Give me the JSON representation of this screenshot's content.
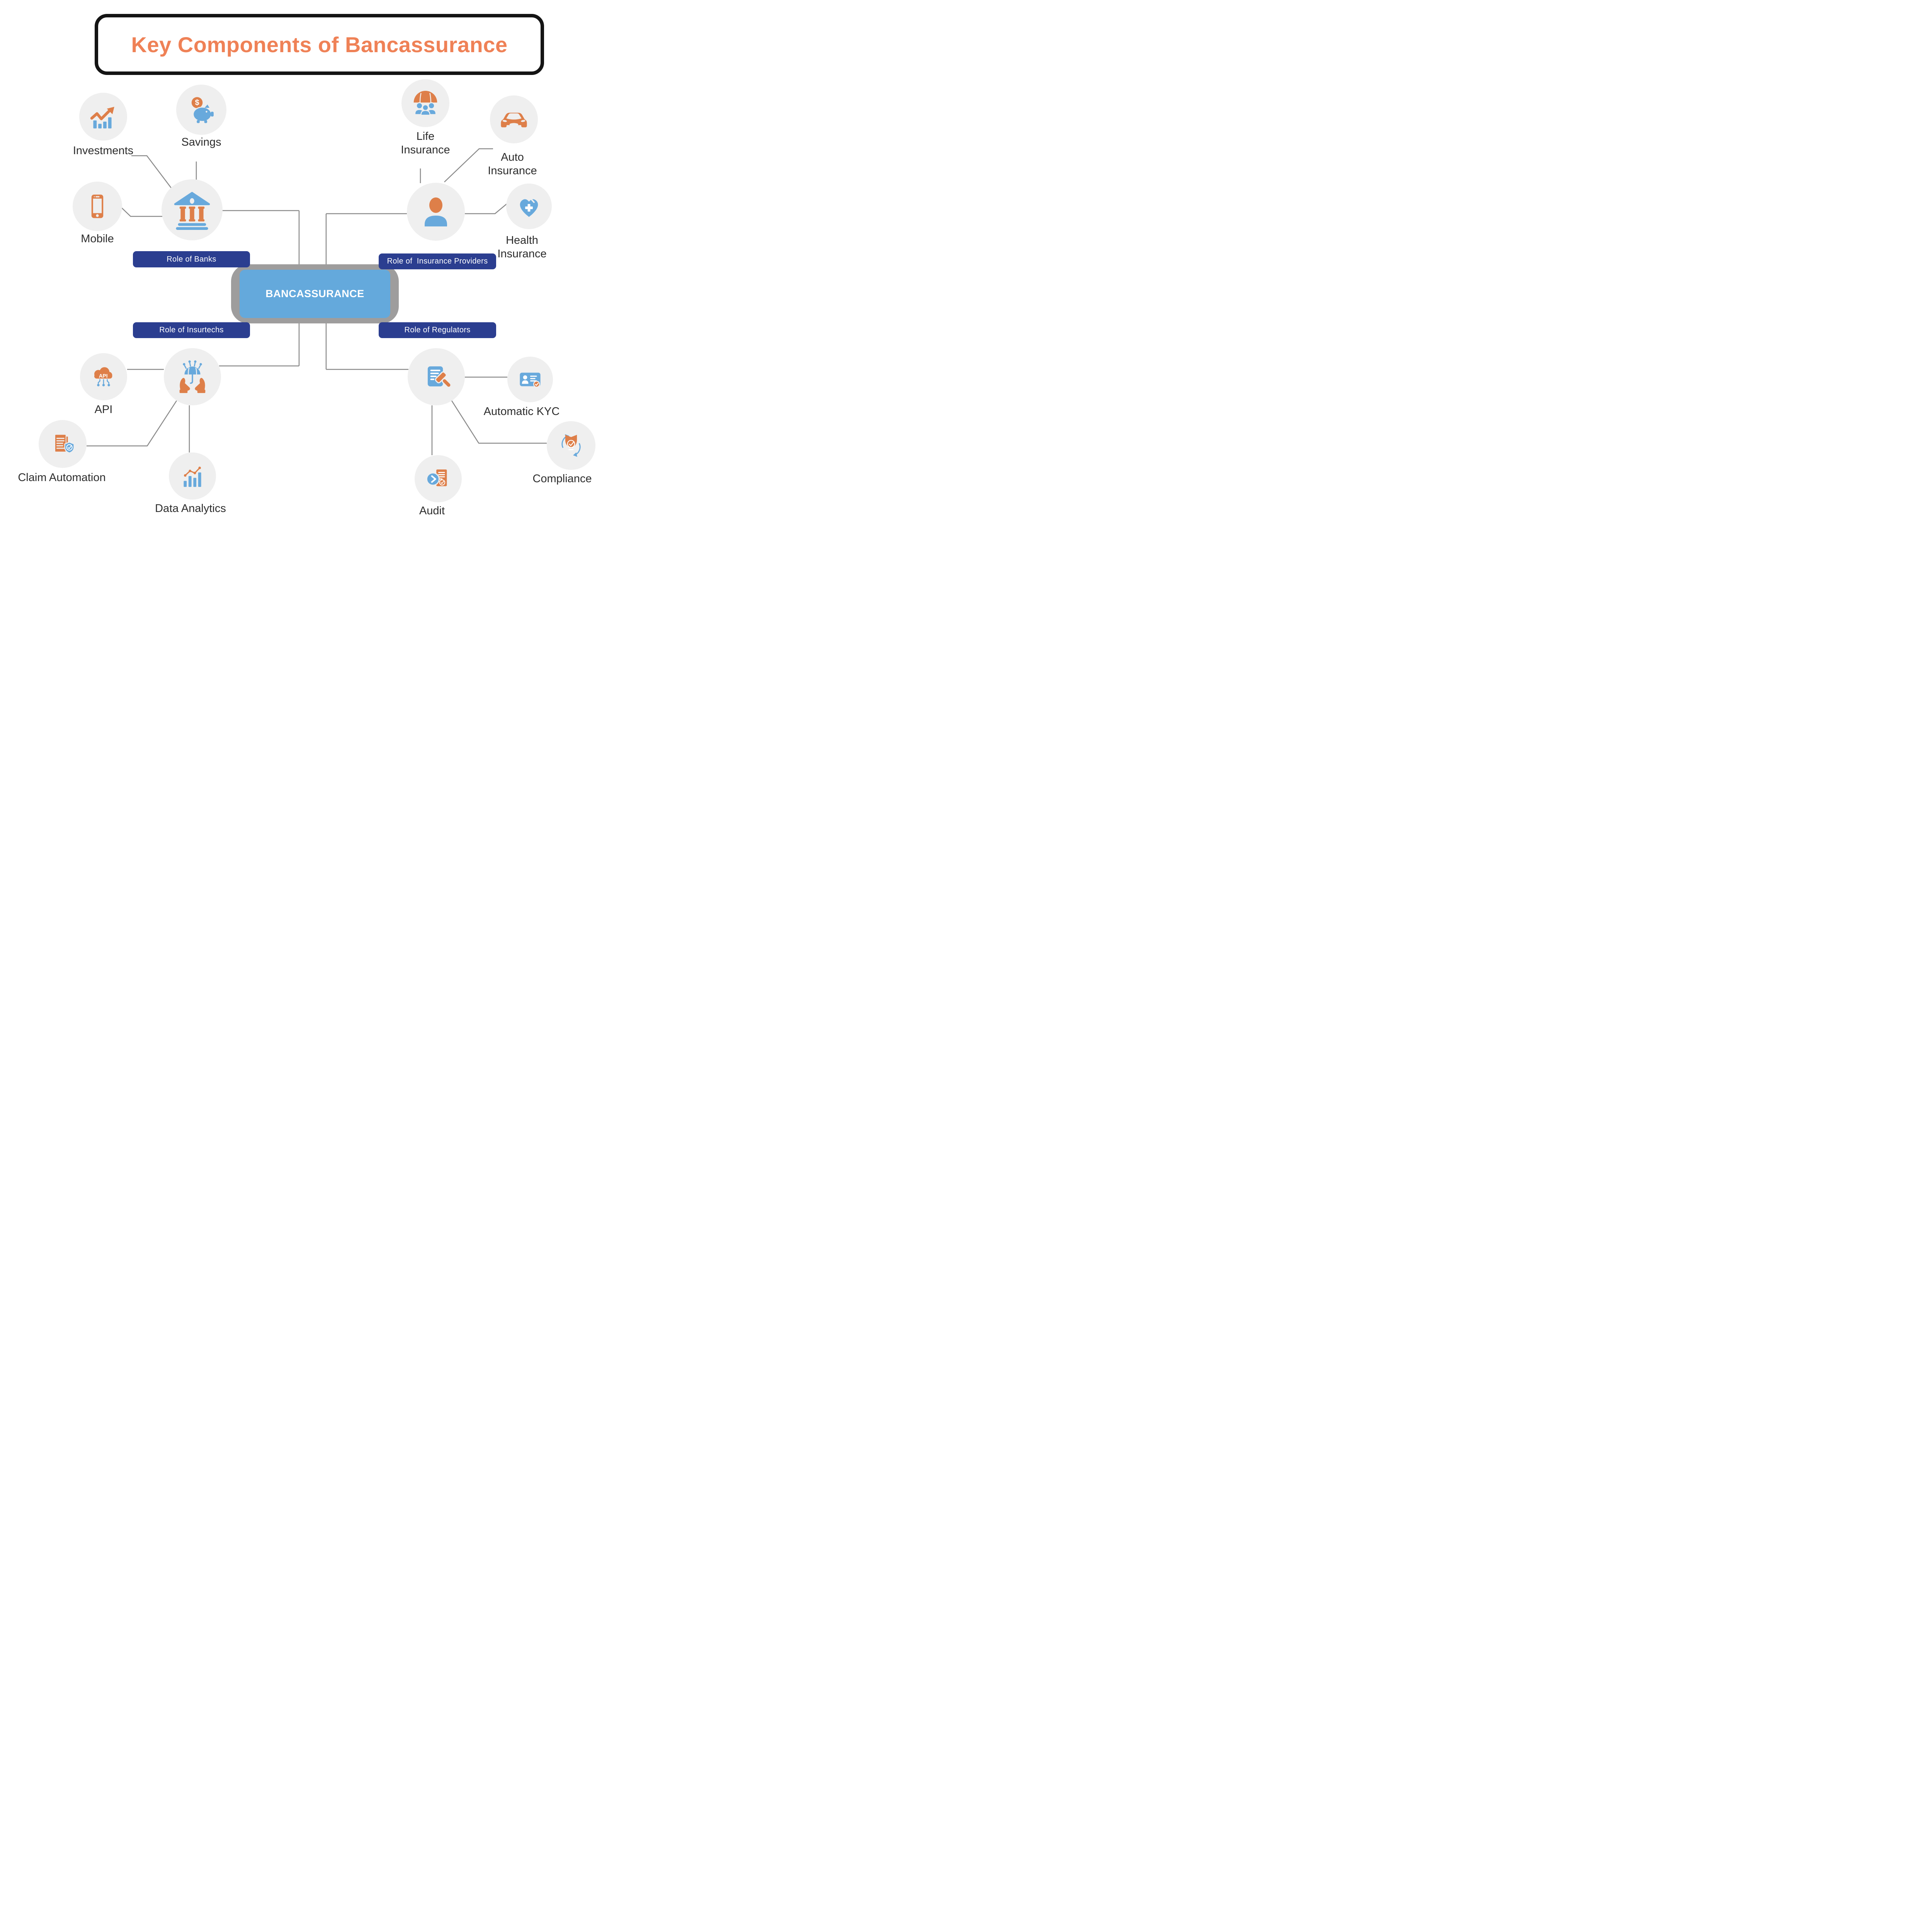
{
  "title": "Key Components of Bancassurance",
  "center": {
    "label": "BANCASSURANCE"
  },
  "branches": {
    "banks": {
      "pill": "Role of Banks",
      "hub_icon": "bank-building-icon",
      "items": {
        "investments": "Investments",
        "savings": "Savings",
        "mobile": "Mobile"
      }
    },
    "providers": {
      "pill": "Role of  Insurance Providers",
      "hub_icon": "insurance-agent-person-icon",
      "items": {
        "life": "Life Insurance",
        "auto": "Auto Insurance",
        "health": "Health Insurance"
      }
    },
    "insurtechs": {
      "pill": "Role of Insurtechs",
      "hub_icon": "hands-holding-umbrella-icon",
      "items": {
        "api": "API",
        "claim": "Claim Automation",
        "data": "Data Analytics"
      }
    },
    "regulators": {
      "pill": "Role of Regulators",
      "hub_icon": "policy-document-gavel-icon",
      "items": {
        "kyc": "Automatic KYC",
        "compliance": "Compliance",
        "audit": "Audit"
      }
    }
  },
  "icon_text": {
    "api": "API",
    "dollar": "$"
  },
  "colors": {
    "title_orange": "#EF8156",
    "icon_orange": "#DE7F49",
    "icon_blue": "#68A9DC",
    "pill_navy": "#2B3E90",
    "center_blue": "#64A9DC",
    "center_gray": "#9E9D9D",
    "node_circle_gray": "#EFEFEF",
    "connector_gray": "#8A8A8A",
    "label_text": "#2D2D2D",
    "title_border": "#141414"
  }
}
